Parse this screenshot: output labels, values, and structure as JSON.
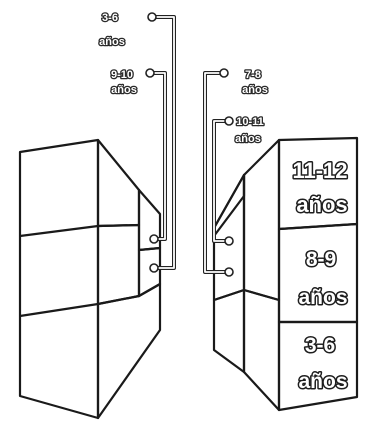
{
  "colors": {
    "gray": "#6b6b6b",
    "green": "#4e8a2e",
    "yellow": "#f2e138",
    "orange": "#f0951a",
    "outline": "#1a1a1a"
  },
  "callouts": {
    "c1": {
      "line1": "3-6",
      "line2": "años"
    },
    "c2": {
      "line1": "9-10",
      "line2": "años"
    },
    "c3": {
      "line1": "7-8",
      "line2": "años"
    },
    "c4": {
      "line1": "10-11",
      "line2": "años"
    }
  },
  "shelf_labels": {
    "top": {
      "line1": "11-12",
      "line2": "años"
    },
    "middle": {
      "line1": "8-9",
      "line2": "años"
    },
    "bottom": {
      "line1": "3-6",
      "line2": "años"
    }
  }
}
